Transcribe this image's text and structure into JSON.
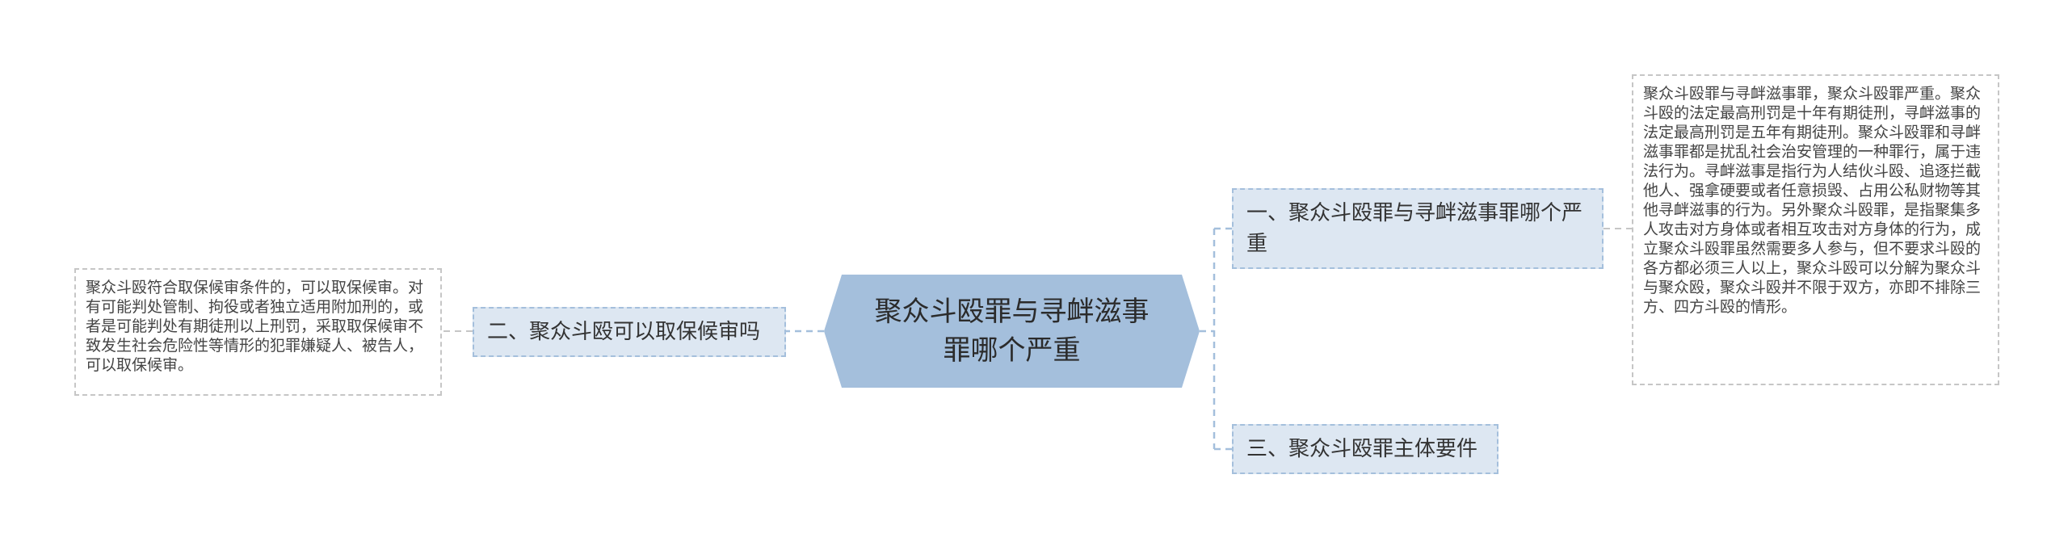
{
  "center": {
    "title": "聚众斗殴罪与寻衅滋事罪哪个严重"
  },
  "branches": [
    {
      "label": "一、聚众斗殴罪与寻衅滋事罪哪个严重",
      "detail": "聚众斗殴罪与寻衅滋事罪，聚众斗殴罪严重。聚众斗殴的法定最高刑罚是十年有期徒刑，寻衅滋事的法定最高刑罚是五年有期徒刑。聚众斗殴罪和寻衅滋事罪都是扰乱社会治安管理的一种罪行，属于违法行为。寻衅滋事是指行为人结伙斗殴、追逐拦截他人、强拿硬要或者任意损毁、占用公私财物等其他寻衅滋事的行为。另外聚众斗殴罪，是指聚集多人攻击对方身体或者相互攻击对方身体的行为，成立聚众斗殴罪虽然需要多人参与，但不要求斗殴的各方都必须三人以上，聚众斗殴可以分解为聚众斗与聚众殴，聚众斗殴并不限于双方，亦即不排除三方、四方斗殴的情形。"
    },
    {
      "label": "二、聚众斗殴可以取保候审吗",
      "detail": "聚众斗殴符合取保候审条件的，可以取保候审。对有可能判处管制、拘役或者独立适用附加刑的，或者是可能判处有期徒刑以上刑罚，采取取保候审不致发生社会危险性等情形的犯罪嫌疑人、被告人，可以取保候审。"
    },
    {
      "label": "三、聚众斗殴罪主体要件"
    }
  ],
  "colors": {
    "center_fill": "#a4bfdc",
    "branch_fill": "#dde7f2",
    "branch_border": "#a4bfdc",
    "leaf_border": "#c6c6c6",
    "connector": "#a4bfdc"
  }
}
